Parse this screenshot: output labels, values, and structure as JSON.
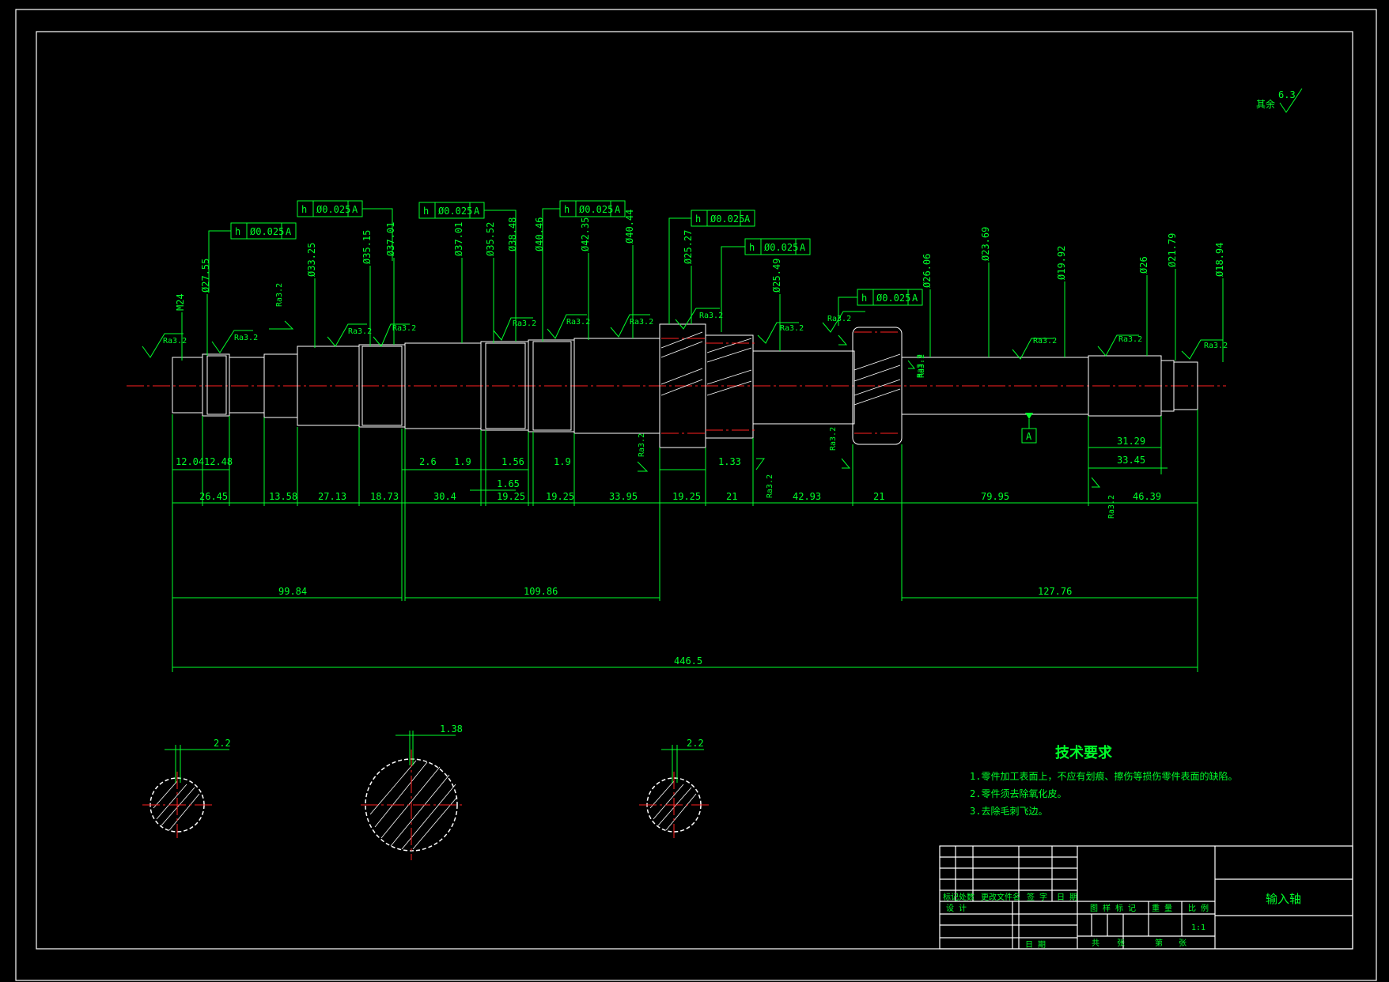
{
  "part_name": "输入轴",
  "scale": "1:1",
  "roughness_other": {
    "label": "其余",
    "value": "6.3"
  },
  "tech_requirements": {
    "title": "技术要求",
    "items": [
      "1.零件加工表面上，不应有划痕、擦伤等损伤零件表面的缺陷。",
      "2.零件须去除氧化皮。",
      "3.去除毛刺飞边。"
    ]
  },
  "diameters": [
    "M24",
    "Ø27.55",
    "Ø33.25",
    "Ø35.15",
    "Ø37.01",
    "Ø37.01",
    "Ø35.52",
    "Ø38.48",
    "Ø40.46",
    "Ø42.35",
    "Ø40.44",
    "Ø25.27",
    "Ø25.49",
    "Ø26.06",
    "Ø23.69",
    "Ø19.92",
    "Ø26",
    "Ø21.79",
    "Ø18.94"
  ],
  "tolerance_frames": [
    {
      "sym": "h",
      "val": "Ø0.025",
      "datum": "A"
    },
    {
      "sym": "h",
      "val": "Ø0.025",
      "datum": "A"
    },
    {
      "sym": "h",
      "val": "Ø0.025",
      "datum": "A"
    },
    {
      "sym": "h",
      "val": "Ø0.025",
      "datum": "A"
    },
    {
      "sym": "h",
      "val": "Ø0.025",
      "datum": "A"
    },
    {
      "sym": "h",
      "val": "Ø0.025",
      "datum": "A"
    },
    {
      "sym": "h",
      "val": "Ø0.025",
      "datum": "A"
    }
  ],
  "roughness_labels": [
    "Ra3.2",
    "Ra3.2",
    "Ra3.2",
    "Ra3.2",
    "Ra3.2",
    "Ra3.2",
    "Ra3.2",
    "Ra3.2",
    "Ra3.2",
    "Ra3.2",
    "Ra3.2",
    "Ra3.2",
    "Ra3.2",
    "Ra3.2",
    "Ra3.2",
    "Ra3.2",
    "Ra3.2",
    "Ra3.2",
    "Ra3.2",
    "Ra3.2"
  ],
  "datum_label": "A",
  "dims_row1": [
    "12.04",
    "12.48",
    "2.6",
    "1.9",
    "1.56",
    "1.9",
    "1.33",
    "31.29",
    "33.45"
  ],
  "dims_row_165": "1.65",
  "dims_row2": [
    "26.45",
    "13.58",
    "27.13",
    "18.73",
    "30.4",
    "19.25",
    "19.25",
    "33.95",
    "19.25",
    "21",
    "42.93",
    "21",
    "79.95",
    "46.39"
  ],
  "dims_row3": [
    "99.84",
    "109.86",
    "127.76"
  ],
  "overall_length": "446.5",
  "section_dims": [
    "2.2",
    "1.38",
    "2.2"
  ],
  "title_block": {
    "mark": "标记",
    "count": "处数",
    "change_doc": "更改文件名",
    "sign": "签 字",
    "date": "日 期",
    "design": "设 计",
    "date2": "日 期",
    "stage_mark": "图 样 标 记",
    "weight": "重 量",
    "ratio": "比 例",
    "sheet_total": "共",
    "sheet": "张",
    "page": "第",
    "sheet2": "张"
  }
}
